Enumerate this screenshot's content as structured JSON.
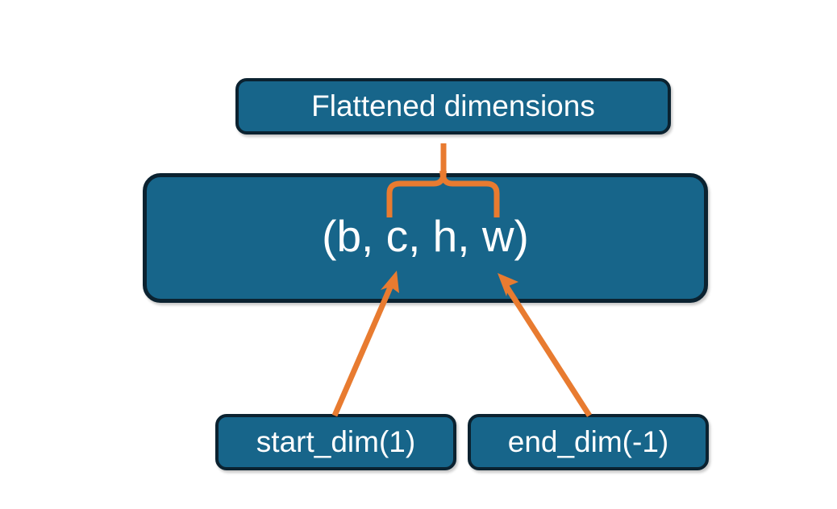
{
  "diagram": {
    "title_node": {
      "label": "Flattened dimensions",
      "name": "flattened-dimensions-box"
    },
    "tuple_node": {
      "label": "(b, c, h, w)",
      "name": "tuple-box"
    },
    "param_nodes": [
      {
        "label": "start_dim(1)",
        "name": "start-dim-box"
      },
      {
        "label": "end_dim(-1)",
        "name": "end-dim-box"
      }
    ],
    "connectors": [
      {
        "name": "brace-to-flattened-dimensions",
        "type": "curly-brace-up"
      },
      {
        "name": "arrow-start-dim-to-tuple",
        "type": "arrow-up-right"
      },
      {
        "name": "arrow-end-dim-to-tuple",
        "type": "arrow-up-left"
      }
    ]
  },
  "colors": {
    "box_fill": "#17658A",
    "box_border": "#0B2230",
    "text": "#FFFFFF",
    "accent_orange": "#E87B30",
    "background": "#FFFFFF"
  }
}
